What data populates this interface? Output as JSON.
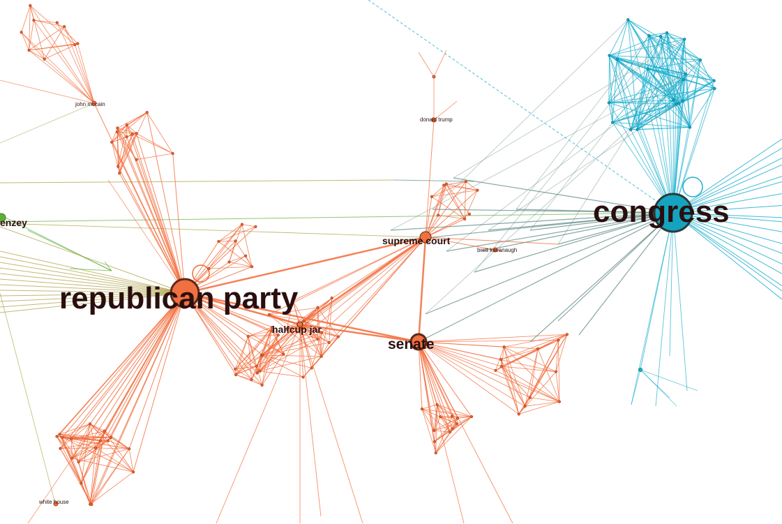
{
  "graph": {
    "colors": {
      "republican": "#f26b3a",
      "republican_node": "#f07040",
      "congress": "#1fb0cf",
      "congress_node": "#14a4bf",
      "bridge": "#5f8a84",
      "olive": "#a89a3a",
      "green": "#5fae3a",
      "label": "#2a0f0f",
      "node_stroke": "#5a2a1a"
    },
    "labels": {
      "republican_party": "republican party",
      "congress": "congress",
      "senate": "senate",
      "supreme_court": "supreme court",
      "halfcup_jar": "halfcup jar",
      "john_mccain": "john mccain",
      "donald_trump": "donald trump",
      "brett_kavanaugh": "brett kavanaugh",
      "white_house": "white house",
      "mckenzey_partial": "enzey"
    }
  }
}
